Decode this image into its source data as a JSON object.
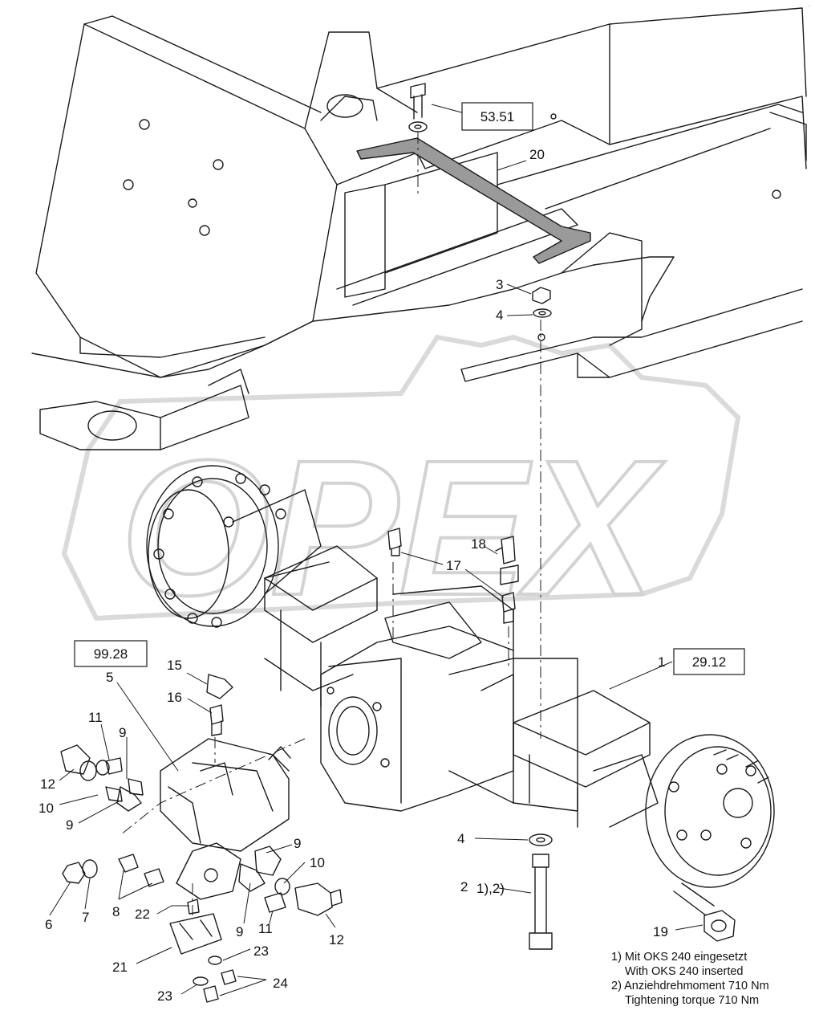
{
  "watermark": "OPEX",
  "corner_mark": "..",
  "reference_boxes": [
    {
      "id": "ref-53-51",
      "text": "53.51"
    },
    {
      "id": "ref-99-28",
      "text": "99.28"
    },
    {
      "id": "ref-29-12",
      "text": "29.12"
    }
  ],
  "part_labels": {
    "p1": "1",
    "p2": "2",
    "p2_note": "1),2)",
    "p3": "3",
    "p4a": "4",
    "p4b": "4",
    "p5": "5",
    "p6": "6",
    "p7": "7",
    "p8": "8",
    "p9a": "9",
    "p9b": "9",
    "p9c": "9",
    "p9d": "9",
    "p10a": "10",
    "p10b": "10",
    "p11a": "11",
    "p11b": "11",
    "p12a": "12",
    "p12b": "12",
    "p15": "15",
    "p16": "16",
    "p17": "17",
    "p18": "18",
    "p19": "19",
    "p20": "20",
    "p21": "21",
    "p22": "22",
    "p23a": "23",
    "p23b": "23",
    "p24": "24"
  },
  "notes": [
    "1) Mit OKS 240 eingesetzt",
    "With OKS 240 inserted",
    "2) Anziehdrehmoment 710 Nm",
    "Tightening torque 710 Nm"
  ],
  "colors": {
    "line": "#1a1a1a",
    "hatch": "#9a9a9a",
    "watermark": "#d6d6d6"
  }
}
